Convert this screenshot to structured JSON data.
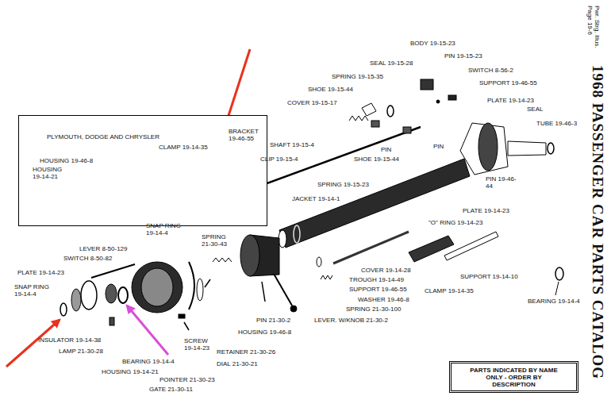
{
  "diagram": {
    "nodes": [
      {
        "text": [
          "PLYMOUTH, DODGE AND CHRYSLER"
        ]
      },
      {
        "text": [
          "PARTS INDICATED BY NAME ONLY - ORDER BY DESCRIPTION"
        ]
      }
    ],
    "labels": [
      "Pwr. Strg. Illus. Page 19-6",
      "1968 PASSENGER CAR PARTS CATALOG",
      "BODY 19-15-23",
      "PIN 19-15-23",
      "SEAL 19-15-28",
      "SWITCH 8-56-2",
      "SPRING 19-15-35",
      "SUPPORT 19-46-55",
      "SHOE 19-15-44",
      "PLATE 19-14-23",
      "COVER 19-15-17",
      "SEAL",
      "TUBE 19-46-3",
      "BRACKET 19-46-55",
      "PIN",
      "SHAFT 19-15-4",
      "CLAMP 19-14-35",
      "PIN",
      "SHOE 19-15-44",
      "HOUSING 19-46-8",
      "CLIP 19-15-4",
      "HOUSING 19-14-21",
      "PIN 19-46-44",
      "SPRING 19-15-23",
      "JACKET 19-14-1",
      "PLATE 19-14-23",
      "\"O\" RING 19-14-23",
      "SNAP RING 19-14-4",
      "SPRING 21-30-43",
      "LEVER 8-50-129",
      "SWITCH 8-50-82",
      "COVER 19-14-28",
      "PLATE 19-14-23",
      "SUPPORT 19-14-10",
      "TROUGH 19-14-49",
      "SNAP RING 19-14-4",
      "SUPPORT 19-46-55",
      "CLAMP 19-14-35",
      "WASHER 19-46-8",
      "BEARING 19-14-4",
      "SPRING 21-30-100",
      "LEVER. W/KNOB 21-30-2",
      "PIN 21-30-2",
      "HOUSING 19-46-8",
      "INSULATOR 19-14-38",
      "SCREW 19-14-23",
      "LAMP 21-30-28",
      "RETAINER 21-30-26",
      "BEARING 19-14-4",
      "DIAL 21-30-21",
      "HOUSING 19-14-21",
      "POINTER 21-30-23",
      "GATE 21-30-11"
    ]
  }
}
